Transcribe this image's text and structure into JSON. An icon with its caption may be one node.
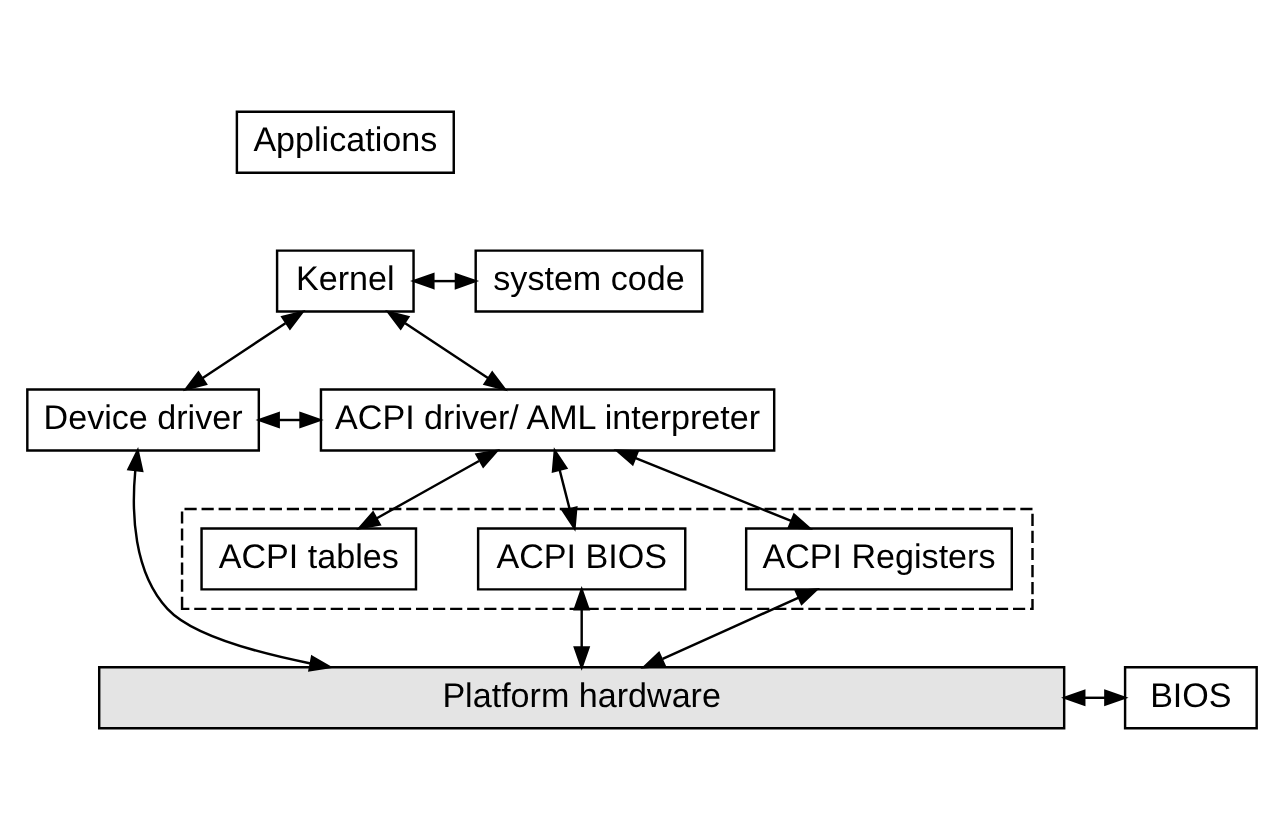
{
  "diagram": {
    "nodes": [
      {
        "text": [
          "Applications"
        ]
      },
      {
        "text": [
          "Kernel"
        ]
      },
      {
        "text": [
          "system code"
        ]
      },
      {
        "text": [
          "Device driver"
        ]
      },
      {
        "text": [
          "ACPI driver/ AML interpreter"
        ]
      },
      {
        "text": [],
        "shape": "box"
      },
      {
        "text": [
          "ACPI Registers"
        ],
        "in": 5
      },
      {
        "text": [
          "ACPI BIOS"
        ],
        "in": 5
      },
      {
        "text": [
          "ACPI tables"
        ],
        "in": 5
      },
      {
        "text": [
          "Platform hardware"
        ]
      },
      {
        "text": [
          "BIOS"
        ]
      }
    ],
    "edges": [
      {
        "from": 1,
        "to": 2,
        "arrow": "both"
      },
      {
        "from": 1,
        "to": 3,
        "arrow": "both"
      },
      {
        "from": 1,
        "to": 4,
        "arrow": "both"
      },
      {
        "from": 3,
        "to": 4,
        "arrow": "both"
      },
      {
        "from": 4,
        "to": 6,
        "arrow": "both"
      },
      {
        "from": 4,
        "to": 7,
        "arrow": "both"
      },
      {
        "from": 4,
        "to": 8,
        "arrow": "both"
      },
      {
        "from": 3,
        "to": 9,
        "arrow": "both"
      },
      {
        "from": 6,
        "to": 9,
        "arrow": "both"
      },
      {
        "from": 7,
        "to": 9,
        "arrow": "both"
      },
      {
        "from": 9,
        "to": 10,
        "arrow": "both"
      }
    ]
  }
}
